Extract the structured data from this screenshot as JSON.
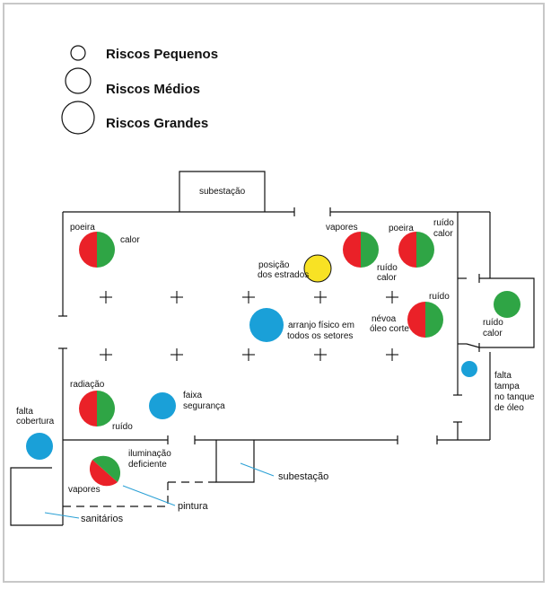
{
  "legend": {
    "small": "Riscos Pequenos",
    "medium": "Riscos Médios",
    "large": "Riscos Grandes"
  },
  "colors": {
    "red": "#ea2128",
    "green": "#2fa545",
    "blue": "#1aa0d8",
    "yellow": "#f8e224",
    "line": "#111111",
    "leader": "#2ba0d5"
  },
  "labels": {
    "subestacao_top": "subestação",
    "poeira_left": "poeira",
    "calor_left": "calor",
    "vapores_top": "vapores",
    "ruido_calor_a_1": "ruído",
    "ruido_calor_a_2": "calor",
    "poeira_right": "poeira",
    "ruido_calor_b_1": "ruído",
    "ruido_calor_b_2": "calor",
    "posicao_1": "posição",
    "posicao_2": "dos estrados",
    "arranjo_1": "arranjo físico em",
    "arranjo_2": "todos os setores",
    "ruido_nevoa": "ruído",
    "nevoa_1": "névoa",
    "nevoa_2": "óleo corte",
    "ruido_calor_c_1": "ruído",
    "ruido_calor_c_2": "calor",
    "falta_tampa_1": "falta",
    "falta_tampa_2": "tampa",
    "falta_tampa_3": "no tanque",
    "falta_tampa_4": "de óleo",
    "radiacao": "radiação",
    "ruido_radiacao": "ruído",
    "faixa_1": "faixa",
    "faixa_2": "segurança",
    "falta_cob_1": "falta",
    "falta_cob_2": "cobertura",
    "ilum_1": "iluminação",
    "ilum_2": "deficiente",
    "vapores_bottom": "vapores",
    "pintura": "pintura",
    "subestacao_bottom": "subestação",
    "sanitarios": "sanitários"
  }
}
